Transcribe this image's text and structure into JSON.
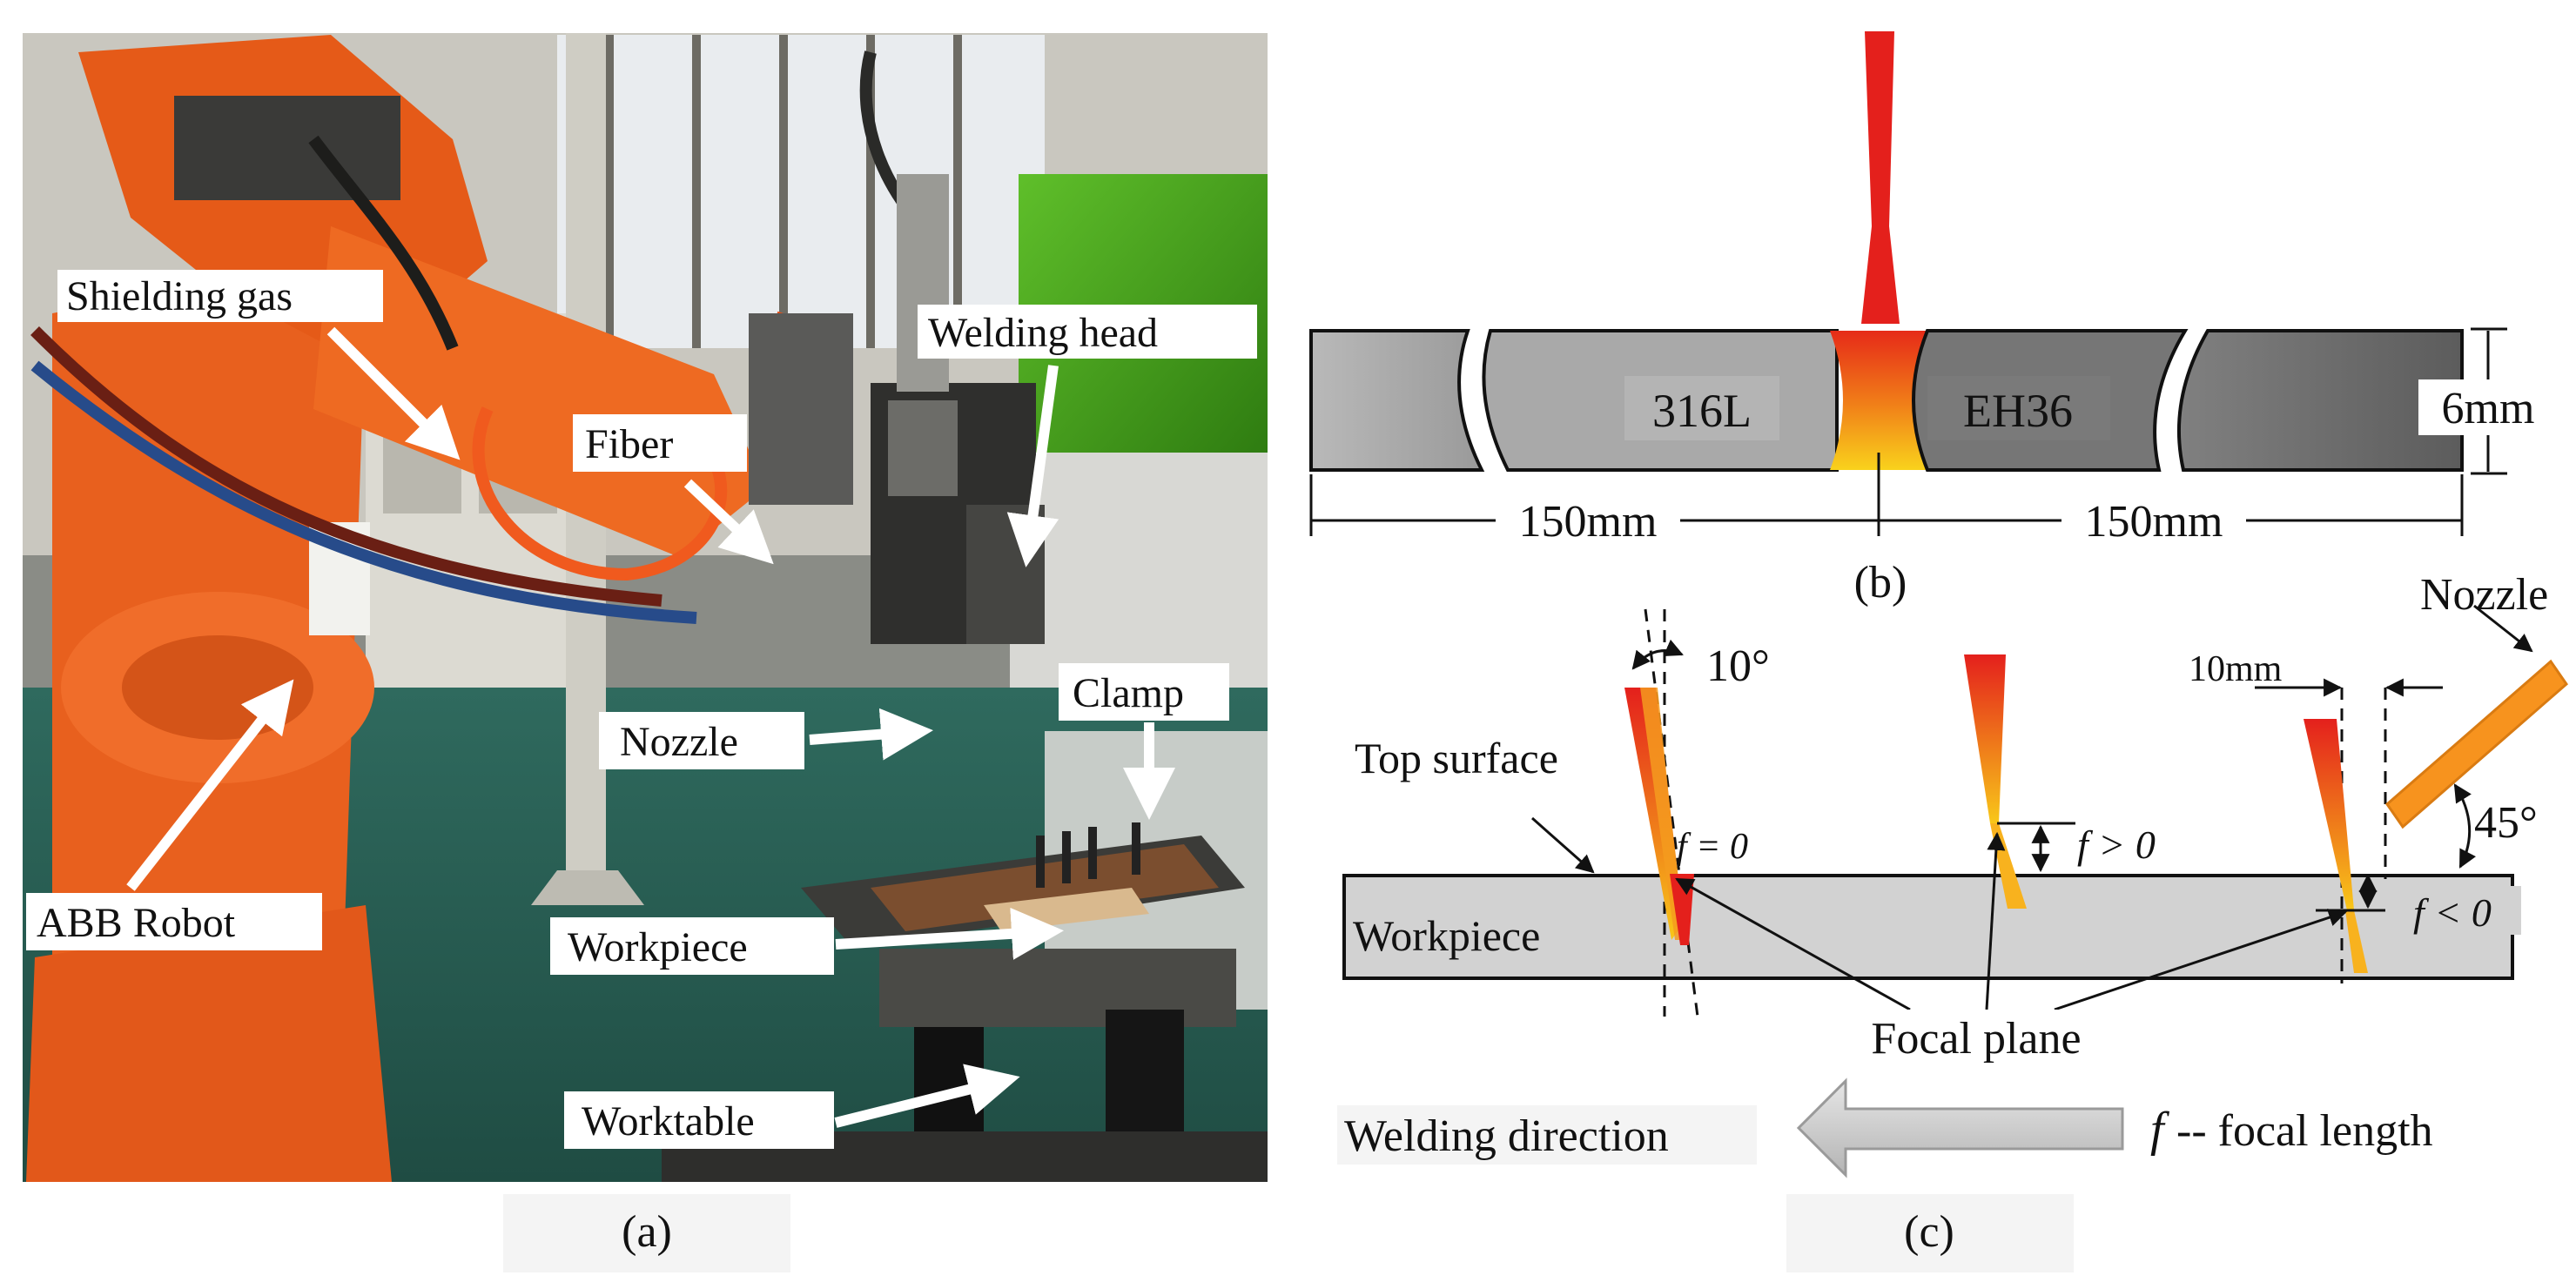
{
  "panel_a": {
    "caption": "(a)",
    "labels": {
      "shielding_gas": "Shielding gas",
      "welding_head": "Welding head",
      "fiber": "Fiber",
      "clamp": "Clamp",
      "nozzle": "Nozzle",
      "abb_robot": "ABB Robot",
      "workpiece": "Workpiece",
      "worktable": "Worktable"
    }
  },
  "panel_b": {
    "caption": "(b)",
    "left_material": "316L",
    "right_material": "EH36",
    "left_width": "150mm",
    "right_width": "150mm",
    "thickness": "6mm"
  },
  "panel_c": {
    "caption": "(c)",
    "tilt_angle": "10°",
    "offset": "10mm",
    "nozzle": "Nozzle",
    "nozzle_angle": "45°",
    "top_surface": "Top surface",
    "workpiece": "Workpiece",
    "f_zero": "f = 0",
    "f_positive": "f > 0",
    "f_negative": "f < 0",
    "focal_plane": "Focal plane",
    "welding_direction": "Welding direction",
    "legend_symbol": "f",
    "legend_text": "-- focal length"
  },
  "colors": {
    "beam_red": "#e4201c",
    "beam_yellow": "#f8c719",
    "nozzle_orange": "#f7931e",
    "robot_orange": "#e8601e"
  }
}
